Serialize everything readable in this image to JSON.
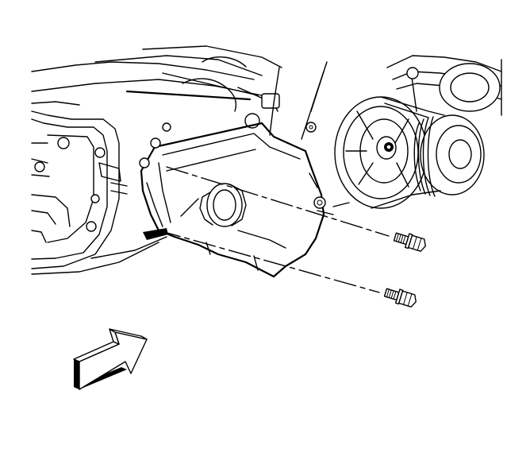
{
  "figure": {
    "background_color": "#ffffff",
    "line_color": "#000000",
    "arrow_fill_color": "#ffffff",
    "arrow_side_color": "#000000",
    "arrow_direction": "up-right",
    "components": [
      "engine-block",
      "transmission-housing",
      "front-cover",
      "water-outlet",
      "accessory-pulley",
      "balancer-pulley",
      "upper-bolt",
      "lower-bolt",
      "direction-arrow"
    ]
  }
}
